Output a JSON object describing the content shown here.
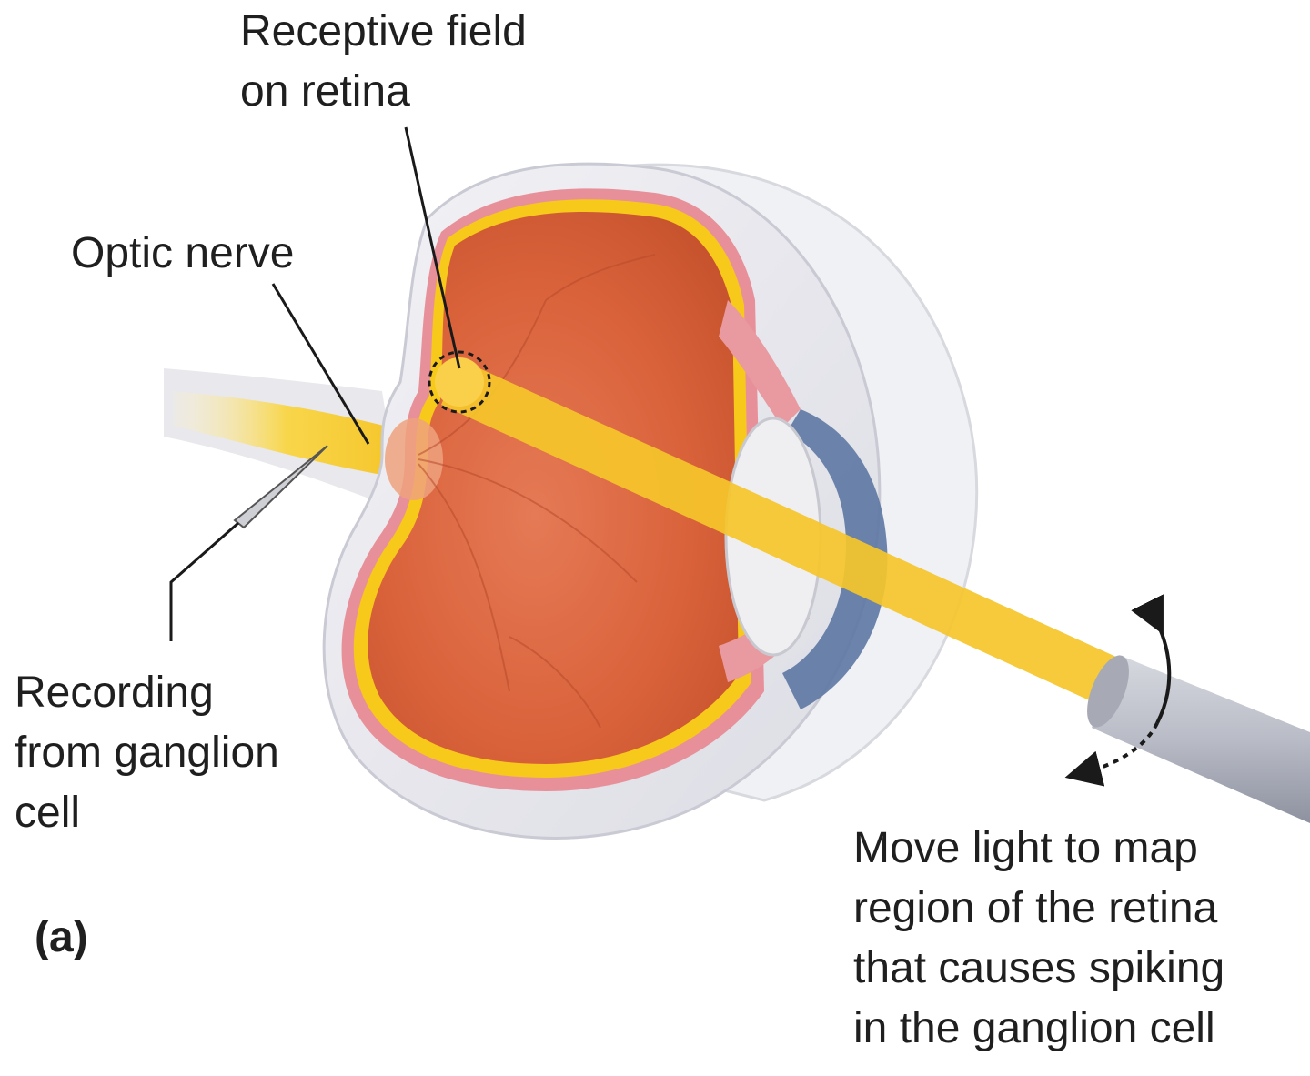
{
  "labels": {
    "receptive_field": [
      "Receptive field",
      "on retina"
    ],
    "optic_nerve": "Optic nerve",
    "recording": [
      "Recording",
      "from ganglion",
      "cell"
    ],
    "move_light": [
      "Move light to map",
      "region of the retina",
      "that causes spiking",
      "in the ganglion cell"
    ],
    "panel": "(a)"
  },
  "colors": {
    "sclera": "#e8e8ee",
    "choroid": "#e8909a",
    "retina_layer": "#f7c91a",
    "vitreous": "#d9623a",
    "light_beam": "#f5c52a",
    "iris": "#5d78a3",
    "lens": "#efeff2",
    "ciliary_body": "#e89aa0",
    "light_source": "#b9bcc6",
    "leader_line": "#1a1a1a"
  },
  "icons": {
    "electrode": "electrode-icon",
    "rotate_arrows": "rotate-arrows-icon"
  }
}
